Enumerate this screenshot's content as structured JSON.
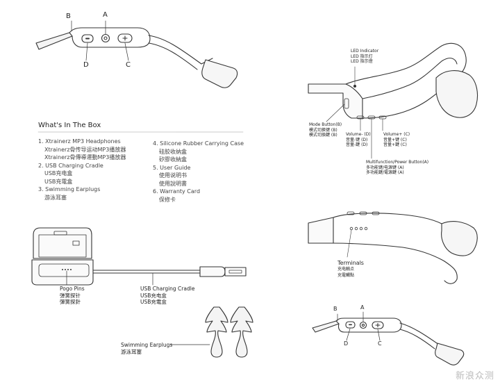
{
  "top_left": {
    "labels": {
      "A": "A",
      "B": "B",
      "C": "C",
      "D": "D"
    }
  },
  "whats_in_box": {
    "title": "What's In The Box",
    "left_items": [
      {
        "main": "1. Xtrainerz MP3 Headphones",
        "sub": [
          "Xtrainerz骨传导运动MP3播放器",
          "Xtrainerz骨傳導運動MP3播放器"
        ]
      },
      {
        "main": "2. USB Charging Cradle",
        "sub": [
          "USB充电盒",
          "USB充電盒"
        ]
      },
      {
        "main": "3. Swimming Earplugs",
        "sub": [
          "游泳耳塞"
        ]
      }
    ],
    "right_items": [
      {
        "main": "4. Silicone Rubber Carrying Case",
        "sub": [
          "硅胶收纳盒",
          "矽膠收納盒"
        ]
      },
      {
        "main": "5. User Guide",
        "sub": [
          "使用说明书",
          "使用說明書"
        ]
      },
      {
        "main": "6. Warranty Card",
        "sub": [
          "保修卡"
        ]
      }
    ]
  },
  "cradle": {
    "pogo": [
      "Pogo Pins",
      "弹簧探针",
      "彈簧探針"
    ],
    "usb": [
      "USB Charging Cradle",
      "USB充电盒",
      "USB充電盒"
    ],
    "earplugs": [
      "Swimming Earplugs",
      "游泳耳塞"
    ]
  },
  "right_top": {
    "led": [
      "LED Indicator",
      "LED 指示灯",
      "LED 指示燈"
    ],
    "mode": [
      "Mode Button(B)",
      "模式切换键 (B)",
      "模式切換鍵 (B)"
    ],
    "vol_minus": [
      "Volume- (D)",
      "音量-键 (D)",
      "音量-鍵 (D)"
    ],
    "vol_plus": [
      "Volume+ (C)",
      "音量+键 (C)",
      "音量+鍵 (C)"
    ],
    "multi": [
      "Multifunction/Power Button(A)",
      "多功能键/电源键 (A)",
      "多功能鍵/電源鍵 (A)"
    ]
  },
  "right_mid": {
    "terminals": [
      "Terminals",
      "充电触点",
      "充電觸點"
    ]
  },
  "right_bottom": {
    "labels": {
      "A": "A",
      "B": "B",
      "C": "C",
      "D": "D"
    }
  },
  "watermark": "新浪众测"
}
